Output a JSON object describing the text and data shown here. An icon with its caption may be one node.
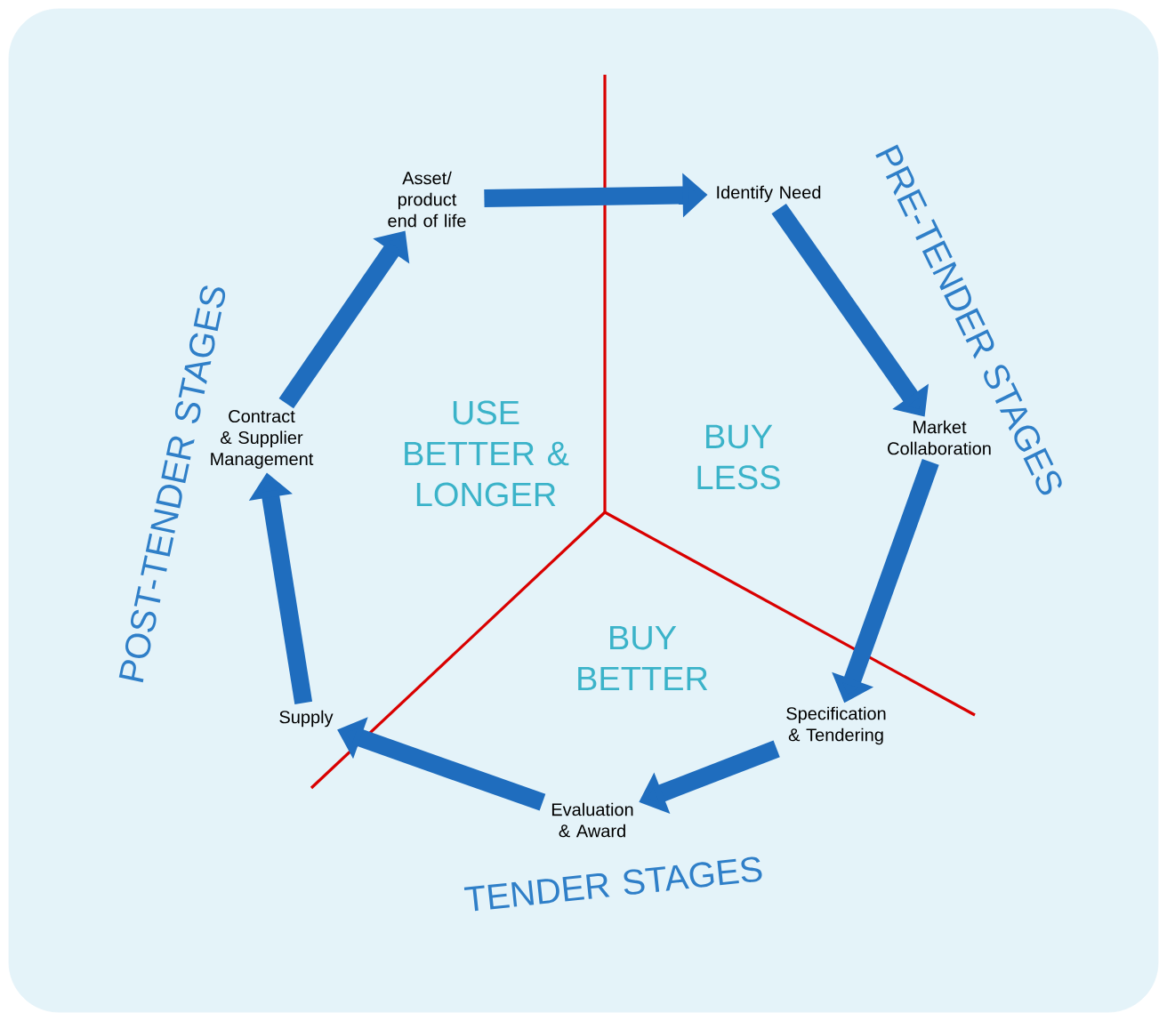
{
  "diagram": {
    "nodes": [
      {
        "text": [
          "Asset/ product end of life"
        ]
      },
      {
        "text": [
          "Identify Need"
        ]
      },
      {
        "text": [
          "Market Collaboration"
        ]
      },
      {
        "text": [
          "Specification & Tendering"
        ]
      },
      {
        "text": [
          "Evaluation & Award"
        ]
      },
      {
        "text": [
          "Supply"
        ]
      },
      {
        "text": [
          "Contract & Supplier Management"
        ]
      }
    ],
    "edges": [
      {
        "from": 0,
        "to": 1,
        "arrow": "to"
      },
      {
        "from": 1,
        "to": 2,
        "arrow": "to"
      },
      {
        "from": 2,
        "to": 3,
        "arrow": "to"
      },
      {
        "from": 3,
        "to": 4,
        "arrow": "to"
      },
      {
        "from": 4,
        "to": 5,
        "arrow": "to"
      },
      {
        "from": 5,
        "to": 6,
        "arrow": "to"
      },
      {
        "from": 6,
        "to": 0,
        "arrow": "to"
      }
    ],
    "labels": [
      "PRE-TENDER STAGES",
      "BUY LESS",
      "USE BETTER & LONGER",
      "POST-TENDER STAGES",
      "BUY BETTER",
      "TENDER STAGES"
    ]
  }
}
